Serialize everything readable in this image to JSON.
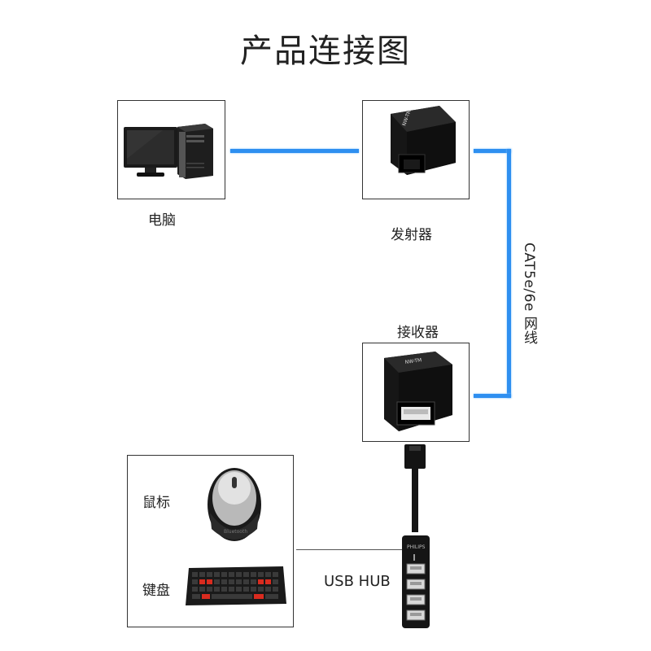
{
  "title": "产品连接图",
  "labels": {
    "computer": "电脑",
    "transmitter": "发射器",
    "receiver": "接收器",
    "mouse": "鼠标",
    "keyboard": "键盘",
    "usb_hub": "USB HUB",
    "cable": "CAT5e/6e 网线"
  },
  "colors": {
    "cable_blue": "#2e8ff0",
    "device_black": "#111111",
    "key_red": "#d92b1f"
  }
}
